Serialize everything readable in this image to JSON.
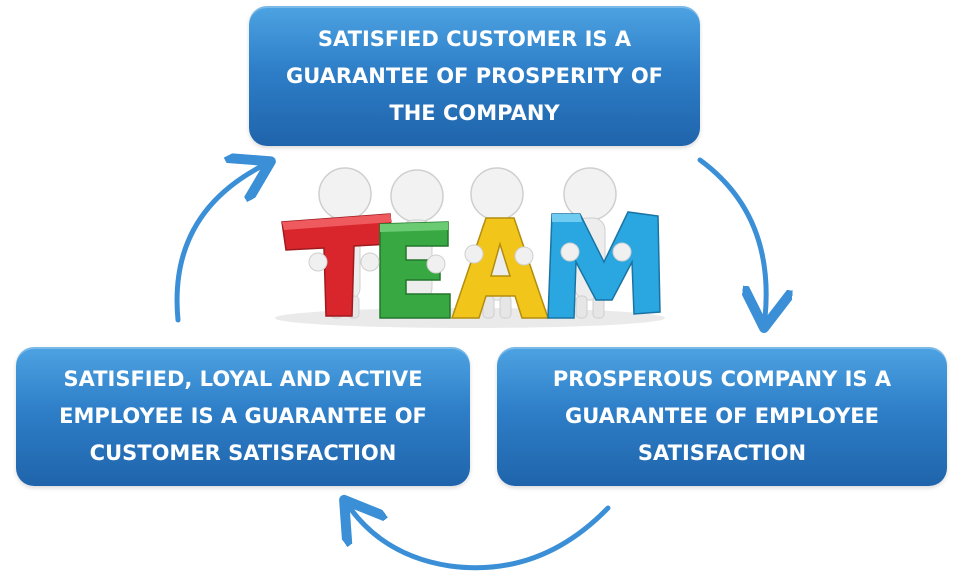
{
  "diagram": {
    "boxes": {
      "top": "SATISFIED CUSTOMER IS A GUARANTEE OF PROSPERITY OF THE COMPANY",
      "right": "PROSPEROUS COMPANY IS A GUARANTEE OF EMPLOYEE SATISFACTION",
      "left": "SATISFIED, LOYAL AND ACTIVE EMPLOYEE IS A GUARANTEE OF CUSTOMER SATISFACTION"
    },
    "team_letters": [
      "T",
      "E",
      "A",
      "M"
    ],
    "colors": {
      "box": "#2e7fc8",
      "arrow": "#3b8fd6",
      "letter_t": "#d9262c",
      "letter_e": "#38a843",
      "letter_a": "#f2c51b",
      "letter_m": "#2aa7e0"
    },
    "flow": "clockwise cycle"
  }
}
